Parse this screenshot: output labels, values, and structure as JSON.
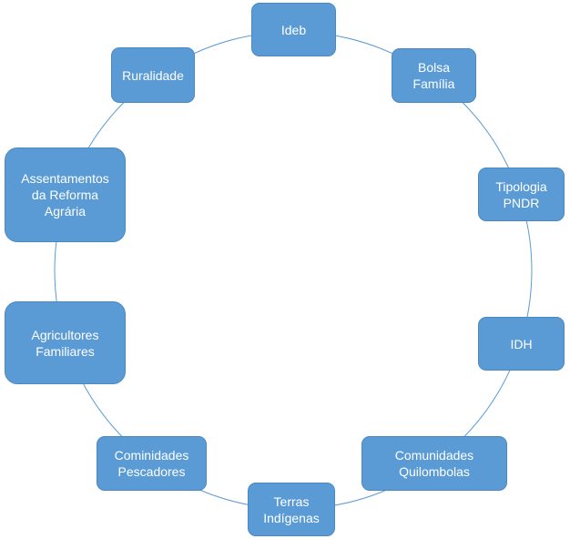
{
  "diagram": {
    "type": "cycle",
    "ring_color": "#5b9bd5",
    "node_color": "#5b9bd5",
    "text_color": "#ffffff",
    "nodes": [
      {
        "id": "ideb",
        "label": "Ideb"
      },
      {
        "id": "bolsa",
        "label": "Bolsa\nFamília"
      },
      {
        "id": "tipologia",
        "label": "Tipologia\nPNDR"
      },
      {
        "id": "idh",
        "label": "IDH"
      },
      {
        "id": "quilombolas",
        "label": "Comunidades\nQuilombolas"
      },
      {
        "id": "terras",
        "label": "Terras\nIndígenas"
      },
      {
        "id": "pescadores",
        "label": "Cominidades\nPescadores"
      },
      {
        "id": "agricultores",
        "label": "Agricultores\nFamiliares"
      },
      {
        "id": "assentamentos",
        "label": "Assentamentos\nda Reforma\nAgrária"
      },
      {
        "id": "ruralidade",
        "label": "Ruralidade"
      }
    ]
  }
}
